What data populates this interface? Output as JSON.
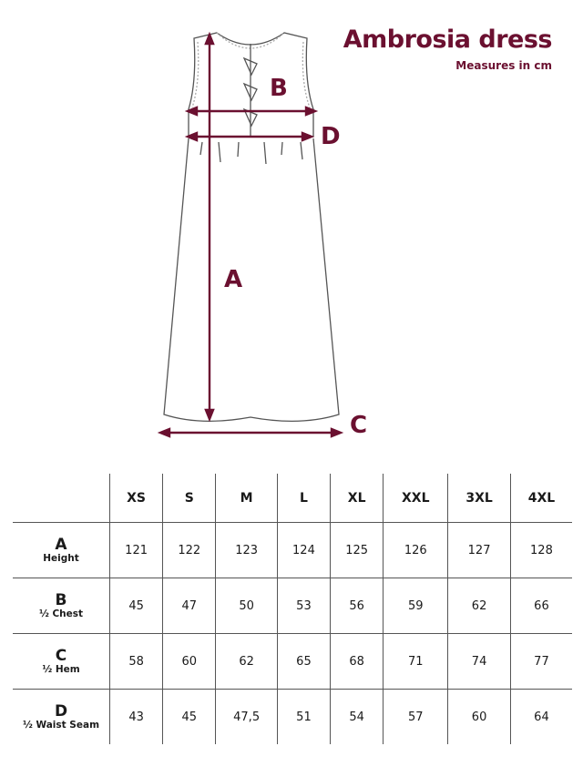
{
  "header": {
    "title": "Ambrosia dress",
    "subtitle": "Measures in cm"
  },
  "diagram": {
    "labels": {
      "a": "A",
      "b": "B",
      "c": "C",
      "d": "D"
    },
    "accent_color": "#6b1030"
  },
  "table": {
    "sizes": [
      "XS",
      "S",
      "M",
      "L",
      "XL",
      "XXL",
      "3XL",
      "4XL"
    ],
    "rows": [
      {
        "key": "A",
        "name": "Height",
        "values": [
          "121",
          "122",
          "123",
          "124",
          "125",
          "126",
          "127",
          "128"
        ]
      },
      {
        "key": "B",
        "name": "½ Chest",
        "values": [
          "45",
          "47",
          "50",
          "53",
          "56",
          "59",
          "62",
          "66"
        ]
      },
      {
        "key": "C",
        "name": "½ Hem",
        "values": [
          "58",
          "60",
          "62",
          "65",
          "68",
          "71",
          "74",
          "77"
        ]
      },
      {
        "key": "D",
        "name": "½ Waist Seam",
        "values": [
          "43",
          "45",
          "47,5",
          "51",
          "54",
          "57",
          "60",
          "64"
        ]
      }
    ]
  }
}
